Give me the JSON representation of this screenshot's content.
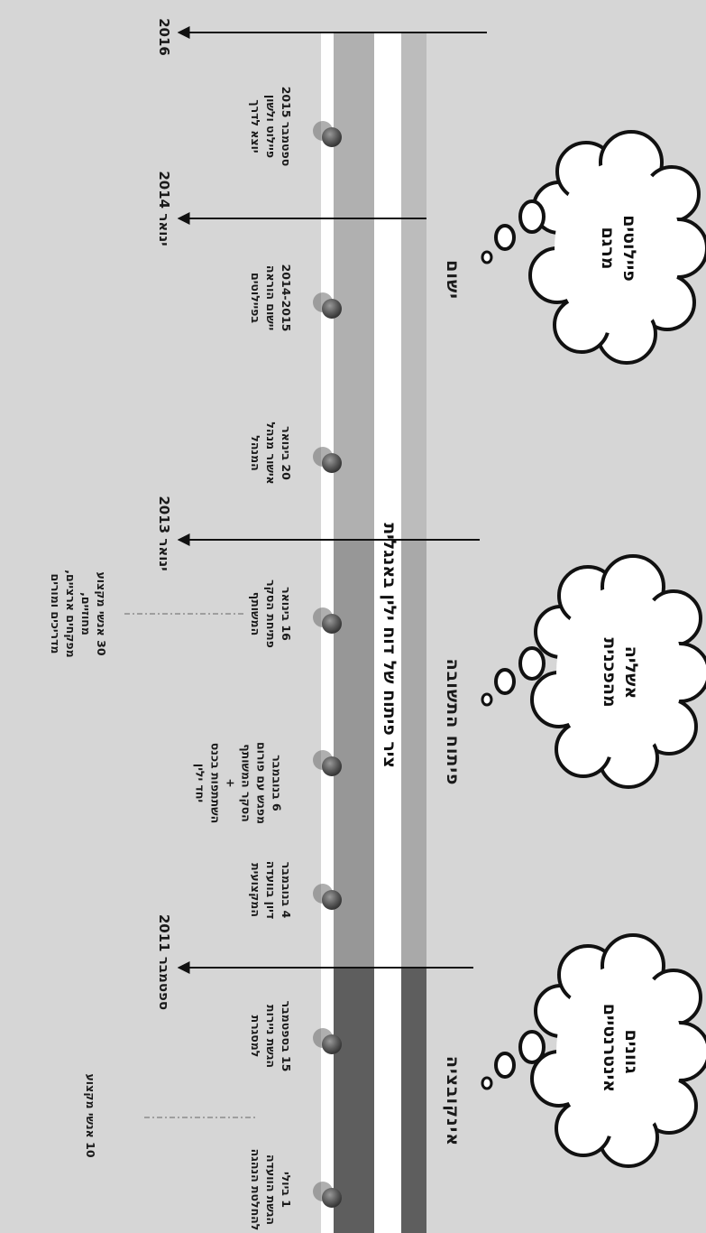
{
  "main_title": "ציר פיתוח של דוח ילין באנגלית",
  "eras": [
    {
      "label": "ישום"
    },
    {
      "label": "פיתוח התשובה"
    },
    {
      "label": "אינקובציה"
    }
  ],
  "clouds": [
    {
      "text": "פיילוטים\nמרגם"
    },
    {
      "text": "אשליה\nמהפכנית"
    },
    {
      "text": "גוונים\nאינטרנטיים"
    }
  ],
  "years": [
    {
      "label": "2016"
    },
    {
      "label": "ינואר 2014"
    },
    {
      "label": "ינואר 2013"
    },
    {
      "label": "ספטמבר 2011"
    }
  ],
  "events": [
    {
      "text": "ספטמבר 2015\nפיילוט ולשון\nיוצא לדרך"
    },
    {
      "text": "2014-2015\nיישום הוראה\nבפיילוטים"
    },
    {
      "text": "20 בינואר\nאישור מנהל\nהמנהל"
    },
    {
      "text": "16 בינואר\nפתיחת הסקר\nהמשותף"
    },
    {
      "text": "6 בנובמבר\nמפגש עם פורום\nהסקר המשותף\n+\nהשתתפות בכנס\nיחד ילין"
    },
    {
      "text": "4 בנובמבר\nדיון בוועדה\nהמקצועית"
    },
    {
      "text": "15 בספטמבר\nהגשת ניירות\nלמסגרת"
    },
    {
      "text": "1 ביולי\nהגשת הוועדה\nלהחלטת הנהגה"
    }
  ],
  "notes": [
    {
      "text": "30 אנשי מקצוע מחוזיים,\nמפקחים ארציים,\nמדריכים ומורים"
    },
    {
      "text": "10 אנשי מקצוע"
    }
  ],
  "colors": {
    "panel": "#d6d6d6",
    "band_incubation": "#5e5e5e",
    "band_light": "#a9a9a9",
    "band_mid": "#979797",
    "axis": "#ffffff",
    "pin": "#555555"
  }
}
